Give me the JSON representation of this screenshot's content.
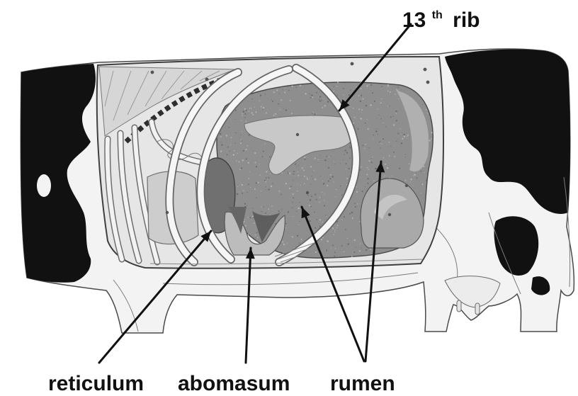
{
  "labels": {
    "rib_number": "13",
    "rib_ordinal_suffix": "th",
    "rib_word": "rib",
    "reticulum": "reticulum",
    "abomasum": "abomasum",
    "rumen": "rumen"
  },
  "colors": {
    "background": "#ffffff",
    "coat_patch": "#111111",
    "coat_white": "#f3f3f3",
    "rumen": "#8e8e8e",
    "reticulum": "#707070",
    "abomasum": "#bcbcbc",
    "arrow": "#111111",
    "label_text": "#111111"
  }
}
